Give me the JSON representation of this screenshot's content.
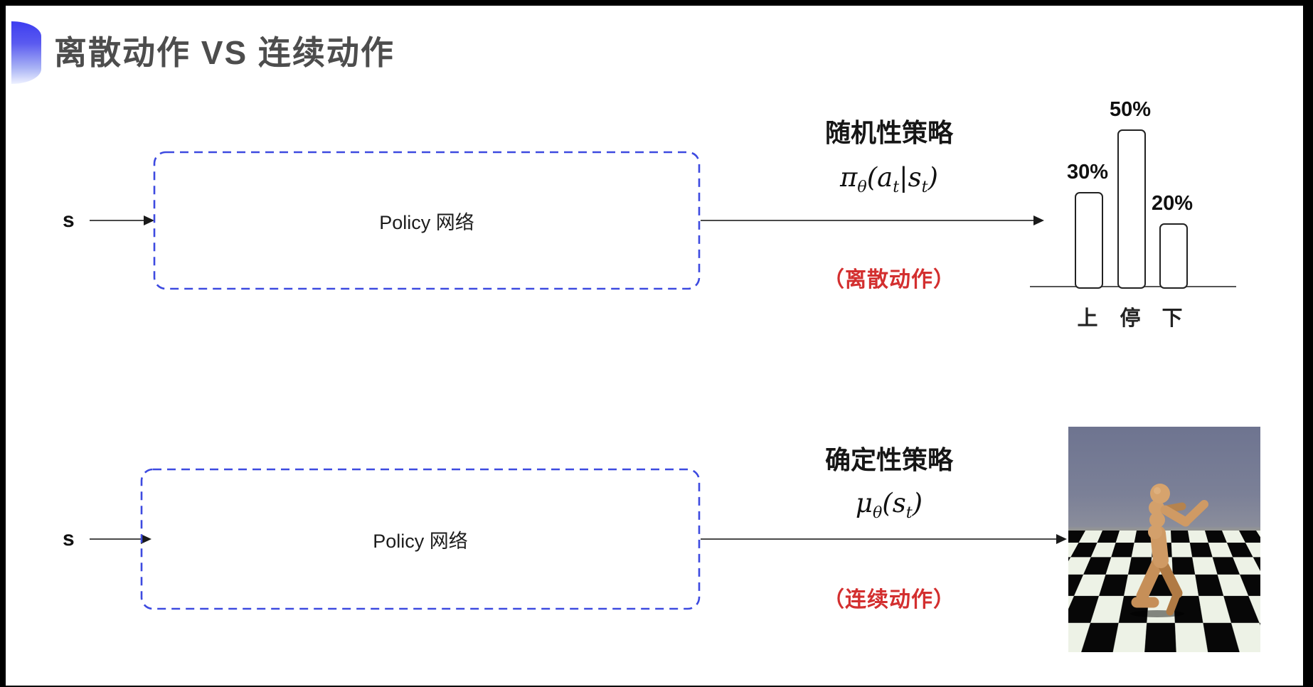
{
  "title": {
    "text": "离散动作 VS 连续动作"
  },
  "colors": {
    "accent_blue": "#3d4ae0",
    "note_red": "#d32f2f",
    "title_gray": "#4d4d4d"
  },
  "top_row": {
    "input_label": "s",
    "box_label": "Policy 网络",
    "policy_title": "随机性策略",
    "formula_tokens": [
      {
        "t": "π"
      },
      {
        "t": "θ",
        "sub": true
      },
      {
        "t": "("
      },
      {
        "t": "a"
      },
      {
        "t": "t",
        "sub": true
      },
      {
        "t": "|"
      },
      {
        "t": "s"
      },
      {
        "t": "t",
        "sub": true
      },
      {
        "t": ")"
      }
    ],
    "note": "（离散动作）"
  },
  "bottom_row": {
    "input_label": "s",
    "box_label": "Policy 网络",
    "policy_title": "确定性策略",
    "formula_tokens": [
      {
        "t": "μ"
      },
      {
        "t": "θ",
        "sub": true
      },
      {
        "t": "("
      },
      {
        "t": "s"
      },
      {
        "t": "t",
        "sub": true
      },
      {
        "t": ")"
      }
    ],
    "note": "（连续动作）"
  },
  "chart_data": {
    "type": "bar",
    "categories": [
      "上",
      "停",
      "下"
    ],
    "values": [
      30,
      50,
      20
    ],
    "value_labels": [
      "30%",
      "50%",
      "20%"
    ],
    "title": "",
    "xlabel": "",
    "ylabel": "",
    "ylim": [
      0,
      55
    ],
    "grid": false,
    "legend": "none",
    "bar_style": "outlined-white-rounded"
  },
  "sim_scene": {
    "caption": "",
    "content": "humanoid robot running on black-and-white checkered floor"
  }
}
